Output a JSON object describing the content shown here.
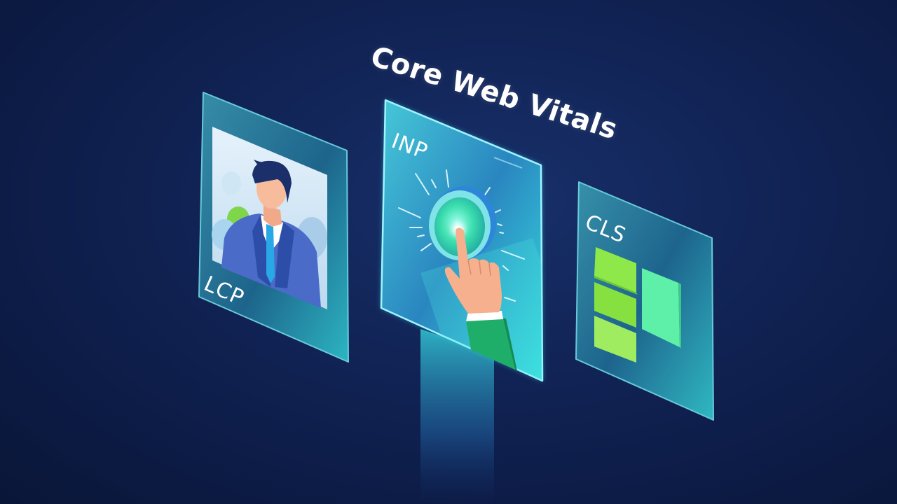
{
  "title": "Core Web Vitals",
  "cards": [
    {
      "id": "lcp",
      "label": "LCP",
      "illustration": "person-portrait-icon"
    },
    {
      "id": "inp",
      "label": "INP",
      "illustration": "tapping-button-icon"
    },
    {
      "id": "cls",
      "label": "CLS",
      "illustration": "layout-blocks-icon"
    }
  ],
  "colors": {
    "background": "#0d1c47",
    "card_teal": "#2aa3b8",
    "card_glow": "#5ff0ff",
    "button_green": "#3ee0a0",
    "block_lime": "#8de84a",
    "block_mint": "#5ef0a8",
    "suit_blue": "#3f63c0",
    "tie_blue": "#2bb0e8",
    "skin": "#f5b896",
    "sleeve_green": "#1fae6a"
  }
}
